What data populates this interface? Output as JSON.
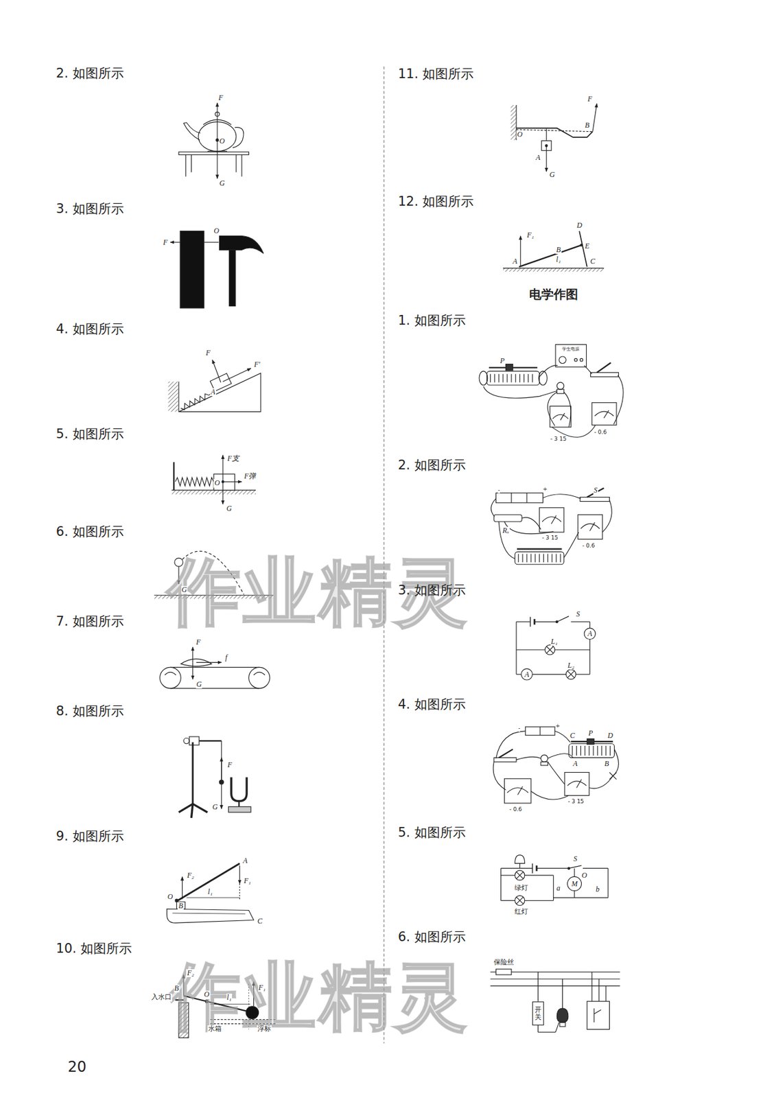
{
  "diagram": {
    "nodes": [
      {
        "text": [
          "开关"
        ]
      }
    ],
    "labels": [
      "2. 如图所示",
      "F",
      "O",
      "G",
      "3. 如图所示",
      "F",
      "O",
      "4. 如图所示",
      "F",
      "F′",
      "A",
      "5. 如图所示",
      "F支",
      "F弹",
      "O",
      "G",
      "6. 如图所示",
      "G",
      "7. 如图所示",
      "F",
      "f",
      "G",
      "8. 如图所示",
      "F",
      "G",
      "9. 如图所示",
      "A",
      "F₂",
      "F₁",
      "l₁",
      "O",
      "B",
      "C",
      "10. 如图所示",
      "F₂",
      "B",
      "入水口",
      "O",
      "l₁",
      "F₁",
      "水箱",
      "浮标",
      "11. 如图所示",
      "F",
      "O",
      "B",
      "A",
      "G",
      "12. 如图所示",
      "F₁",
      "D",
      "B",
      "E",
      "A",
      "l₁",
      "C",
      "电学作图",
      "1. 如图所示",
      "P",
      "学生电源",
      "- 3 15",
      "- 0.6",
      "2. 如图所示",
      "-",
      "+",
      "S",
      "Rₓ",
      "- 3 15",
      "- 0.6",
      "3. 如图所示",
      "S",
      "A",
      "L₁",
      "L₂",
      "A",
      "4. 如图所示",
      "-",
      "+",
      "C",
      "P",
      "D",
      "A",
      "B",
      "- 0.6",
      "- 3 15",
      "5. 如图所示",
      "S",
      "O",
      "M",
      "绿灯",
      "a",
      "b",
      "红灯",
      "6. 如图所示",
      "保险丝",
      "作业精灵",
      "作业精灵",
      "20"
    ]
  }
}
